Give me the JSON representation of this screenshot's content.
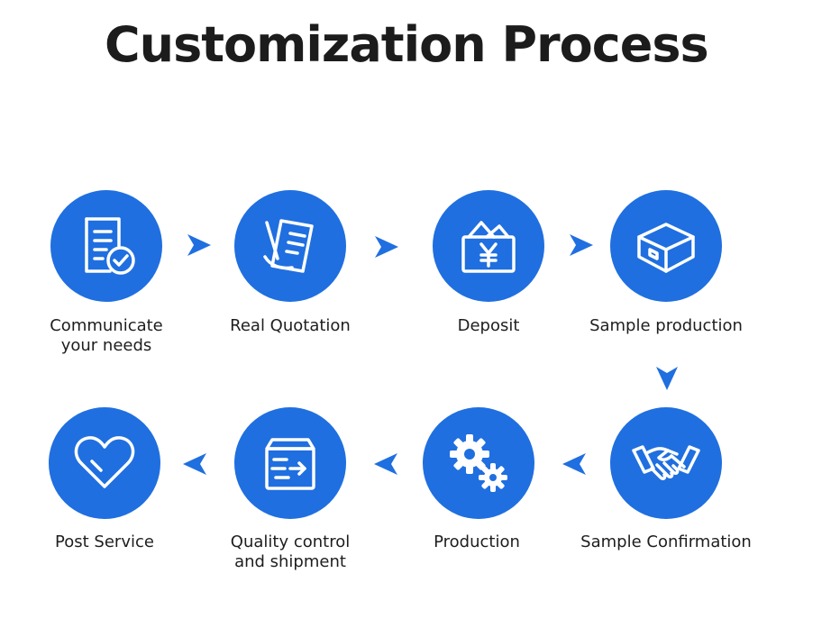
{
  "title": "Customization Process",
  "accent_color": "#1f6fe0",
  "steps": [
    {
      "icon": "document-check-icon",
      "lines": [
        "Communicate",
        "your needs"
      ]
    },
    {
      "icon": "quotation-sheet-icon",
      "lines": [
        "Real Quotation"
      ]
    },
    {
      "icon": "yuan-wallet-icon",
      "lines": [
        "Deposit"
      ]
    },
    {
      "icon": "box-icon",
      "lines": [
        "Sample production"
      ]
    },
    {
      "icon": "handshake-icon",
      "lines": [
        "Sample Confirmation"
      ]
    },
    {
      "icon": "gears-icon",
      "lines": [
        "Production"
      ]
    },
    {
      "icon": "shipping-box-icon",
      "lines": [
        "Quality control",
        "and shipment"
      ]
    },
    {
      "icon": "heart-icon",
      "lines": [
        "Post Service"
      ]
    }
  ]
}
